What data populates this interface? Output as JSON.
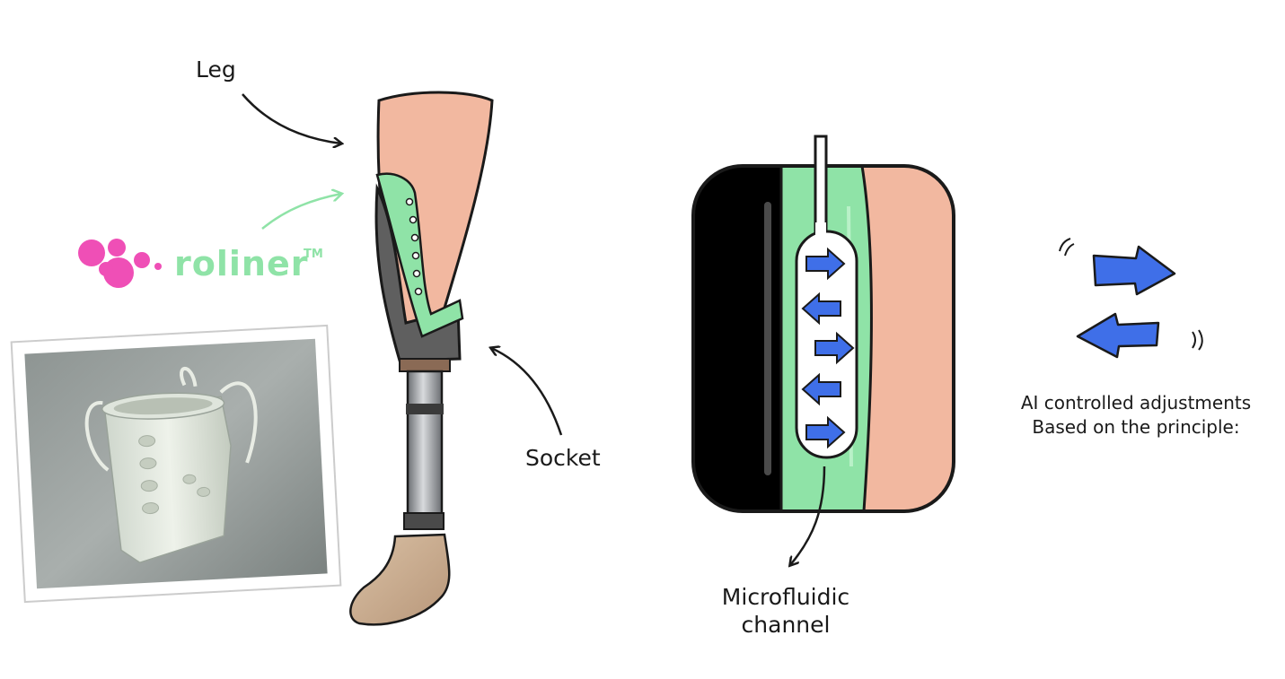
{
  "labels": {
    "leg": "Leg",
    "socket": "Socket",
    "microfluidic_line1": "Microfluidic",
    "microfluidic_line2": "channel",
    "ai_line1": "AI controlled adjustments",
    "ai_line2": "Based on the principle:"
  },
  "logo": {
    "text": "roliner",
    "trademark": "TM"
  },
  "colors": {
    "skin": "#f2b8a0",
    "liner_green": "#8fe3a7",
    "logo_pink": "#ef4fb6",
    "arrow_blue": "#3f6fe8",
    "socket_gray": "#5f5f5f",
    "foot_tan": "#c8a98a"
  },
  "icons": [
    "arrow-right-icon",
    "arrow-left-icon",
    "motion-mark-icon",
    "logo-bubbles-icon"
  ]
}
